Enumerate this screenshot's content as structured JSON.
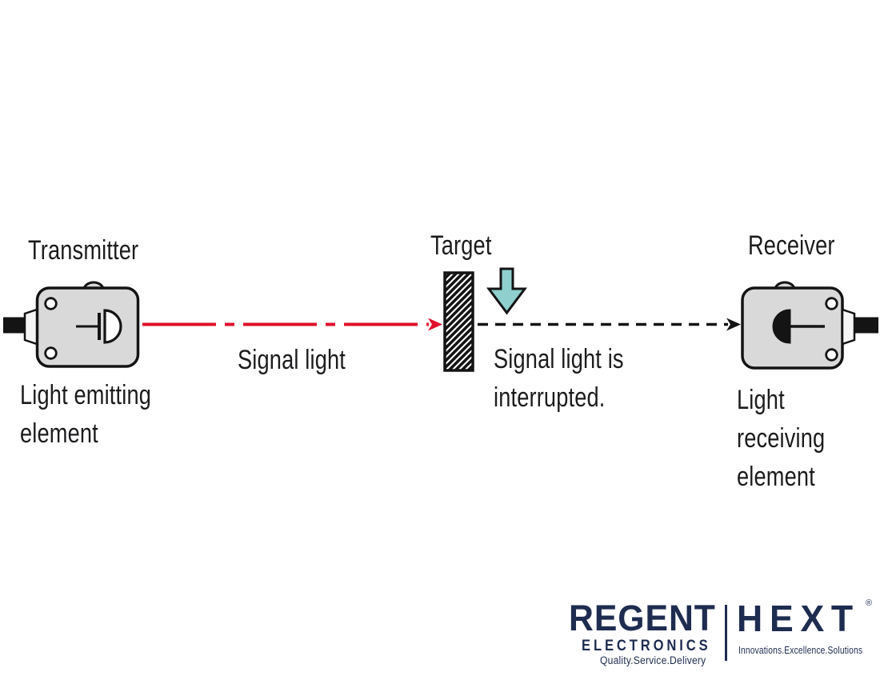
{
  "diagram": {
    "transmitter_label": "Transmitter",
    "transmitter_sublabel": "Light emitting\nelement",
    "signal_light_label": "Signal light",
    "target_label": "Target",
    "interrupted_label": "Signal light is\ninterrupted.",
    "receiver_label": "Receiver",
    "receiver_sublabel": "Light receiving\nelement",
    "colors": {
      "beam_red": "#e0102b",
      "interrupted_beam_black": "#141414",
      "device_fill": "#d9d9d9",
      "device_outline": "#141414",
      "interrupt_arrow_fill": "#8fd0ce",
      "label_text": "#1c1c1e"
    }
  },
  "branding": {
    "regent": {
      "name": "REGENT",
      "subtitle": "ELECTRONICS",
      "tagline": "Quality.Service.Delivery"
    },
    "hext": {
      "name": "HEXT",
      "registered_mark": "®",
      "tagline": "Innovations.Excellence.Solutions"
    },
    "logo_color": "#1e2c50"
  }
}
